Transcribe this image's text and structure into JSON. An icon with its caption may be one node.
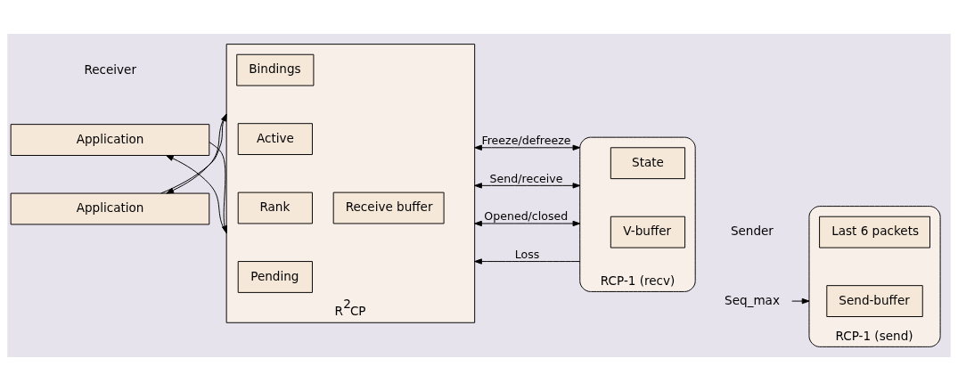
{
  "diagram": {
    "nodes": [
      {
        "text": [
          "Application"
        ]
      },
      {
        "text": [
          "R$^{2}$CP"
        ]
      },
      {
        "text": [
          "Pending"
        ],
        "in": 1
      },
      {
        "text": [
          "Rank"
        ],
        "in": 1
      },
      {
        "text": [
          "Active"
        ],
        "in": 1
      },
      {
        "text": [
          "Bindings"
        ],
        "in": 1
      },
      {
        "text": [
          "Receive buffer"
        ],
        "in": 1
      },
      {
        "text": [
          "Application"
        ]
      },
      {
        "text": [
          "RCP-1 (recv)"
        ]
      },
      {
        "text": [
          "V-buffer"
        ],
        "in": 8
      },
      {
        "text": [
          "State"
        ],
        "in": 8
      },
      {
        "text": [
          "RCP-1 (send)"
        ]
      },
      {
        "text": [
          "Send-buffer"
        ],
        "in": 11
      },
      {
        "text": [
          "Last 6 packets"
        ],
        "in": 11
      },
      {
        "text": [
          "Seq_max"
        ]
      }
    ],
    "edges": [
      {
        "from": 0,
        "to": 1,
        "arrow": "to"
      },
      {
        "from": 1,
        "to": 0,
        "arrow": "to"
      },
      {
        "from": 1,
        "to": 7,
        "arrow": "to"
      },
      {
        "from": 7,
        "to": 1,
        "arrow": "to"
      },
      {
        "from": 8,
        "to": 1,
        "arrow": "to",
        "label": "Loss"
      },
      {
        "from": 1,
        "to": 8,
        "arrow": "both",
        "label": "Opened/closed"
      },
      {
        "from": 1,
        "to": 8,
        "arrow": "both",
        "label": "Send/receive"
      },
      {
        "from": 1,
        "to": 8,
        "arrow": "both",
        "label": "Freeze/defreeze"
      },
      {
        "from": 14,
        "to": 11,
        "arrow": "to"
      }
    ],
    "labels": [
      "Receiver",
      "Sender"
    ]
  }
}
